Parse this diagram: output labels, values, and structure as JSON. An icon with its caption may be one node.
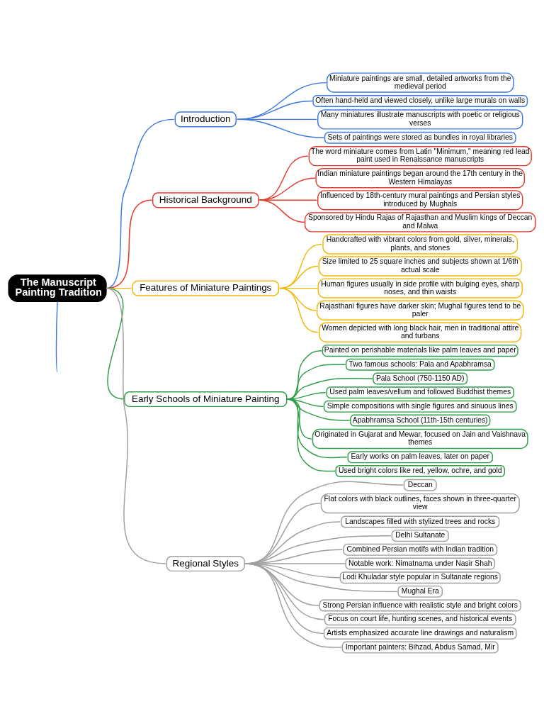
{
  "diagram": {
    "nodes": [
      {
        "text": [
          "The Manuscript Painting Tradition"
        ]
      },
      {
        "text": [
          "Introduction"
        ]
      },
      {
        "text": [
          "Miniature paintings are small, detailed artworks from the medieval period"
        ]
      },
      {
        "text": [
          "Often hand-held and viewed closely, unlike large murals on walls"
        ]
      },
      {
        "text": [
          "Many miniatures illustrate manuscripts with poetic or religious verses"
        ]
      },
      {
        "text": [
          "Sets of paintings were stored as bundles in royal libraries"
        ]
      },
      {
        "text": [
          "Historical Background"
        ]
      },
      {
        "text": [
          "The word miniature comes from Latin \"Minimum,\" meaning red lead paint used in Renaissance manuscripts"
        ]
      },
      {
        "text": [
          "Indian miniature paintings began around the 17th century in the Western Himalayas"
        ]
      },
      {
        "text": [
          "Influenced by 18th-century mural paintings and Persian styles introduced by Mughals"
        ]
      },
      {
        "text": [
          "Sponsored by Hindu Rajas of Rajasthan and Muslim kings of Deccan and Malwa"
        ]
      },
      {
        "text": [
          "Features of Miniature Paintings"
        ]
      },
      {
        "text": [
          "Handcrafted with vibrant colors from gold, silver, minerals, plants, and stones"
        ]
      },
      {
        "text": [
          "Size limited to 25 square inches and subjects shown at 1/6th actual scale"
        ]
      },
      {
        "text": [
          "Human figures usually in side profile with bulging eyes, sharp noses, and thin waists"
        ]
      },
      {
        "text": [
          "Rajasthani figures have darker skin; Mughal figures tend to be paler"
        ]
      },
      {
        "text": [
          "Women depicted with long black hair, men in traditional attire and turbans"
        ]
      },
      {
        "text": [
          "Early Schools of Miniature Painting"
        ]
      },
      {
        "text": [
          "Painted on perishable materials like palm leaves and paper"
        ]
      },
      {
        "text": [
          "Two famous schools: Pala and Apabhramsa"
        ]
      },
      {
        "text": [
          "Pala School (750-1150 AD)"
        ]
      },
      {
        "text": [
          "Used palm leaves/vellum and followed Buddhist themes"
        ]
      },
      {
        "text": [
          "Simple compositions with single figures and sinuous lines"
        ]
      },
      {
        "text": [
          "Apabhramsa School (11th-15th centuries)"
        ]
      },
      {
        "text": [
          "Originated in Gujarat and Mewar, focused on Jain and Vaishnava themes"
        ]
      },
      {
        "text": [
          "Early works on palm leaves, later on paper"
        ]
      },
      {
        "text": [
          "Used bright colors like red, yellow, ochre, and gold"
        ]
      },
      {
        "text": [
          "Regional Styles"
        ]
      },
      {
        "text": [
          "Deccan"
        ]
      },
      {
        "text": [
          "Flat colors with black outlines, faces shown in three-quarter view"
        ]
      },
      {
        "text": [
          "Landscapes filled with stylized trees and rocks"
        ]
      },
      {
        "text": [
          "Delhi Sultanate"
        ]
      },
      {
        "text": [
          "Combined Persian motifs with Indian tradition"
        ]
      },
      {
        "text": [
          "Notable work: Nimatnama under Nasir Shah"
        ]
      },
      {
        "text": [
          "Lodi Khuladar style popular in Sultanate regions"
        ]
      },
      {
        "text": [
          "Mughal Era"
        ]
      },
      {
        "text": [
          "Strong Persian influence with realistic style and bright colors"
        ]
      },
      {
        "text": [
          "Focus on court life, hunting scenes, and historical events"
        ]
      },
      {
        "text": [
          "Artists emphasized accurate line drawings and naturalism"
        ]
      },
      {
        "text": [
          "Important painters: Bihzad, Abdus Samad, Mir"
        ]
      }
    ],
    "edges": [
      {
        "from": 0,
        "to": 1,
        "arrow": "none",
        "color": "#3c78e0"
      },
      {
        "from": 1,
        "to": 2,
        "arrow": "none",
        "color": "#3c78e0"
      },
      {
        "from": 1,
        "to": 3,
        "arrow": "none",
        "color": "#3c78e0"
      },
      {
        "from": 1,
        "to": 4,
        "arrow": "none",
        "color": "#3c78e0"
      },
      {
        "from": 1,
        "to": 5,
        "arrow": "none",
        "color": "#3c78e0"
      },
      {
        "from": 0,
        "to": 6,
        "arrow": "none",
        "color": "#e53a2f"
      },
      {
        "from": 6,
        "to": 7,
        "arrow": "none",
        "color": "#e53a2f"
      },
      {
        "from": 6,
        "to": 8,
        "arrow": "none",
        "color": "#e53a2f"
      },
      {
        "from": 6,
        "to": 9,
        "arrow": "none",
        "color": "#e53a2f"
      },
      {
        "from": 6,
        "to": 10,
        "arrow": "none",
        "color": "#e53a2f"
      },
      {
        "from": 0,
        "to": 11,
        "arrow": "none",
        "color": "#f2b705"
      },
      {
        "from": 11,
        "to": 12,
        "arrow": "none",
        "color": "#f2b705"
      },
      {
        "from": 11,
        "to": 13,
        "arrow": "none",
        "color": "#f2b705"
      },
      {
        "from": 11,
        "to": 14,
        "arrow": "none",
        "color": "#f2b705"
      },
      {
        "from": 11,
        "to": 15,
        "arrow": "none",
        "color": "#f2b705"
      },
      {
        "from": 11,
        "to": 16,
        "arrow": "none",
        "color": "#f2b705"
      },
      {
        "from": 0,
        "to": 17,
        "arrow": "none",
        "color": "#2e9e48"
      },
      {
        "from": 17,
        "to": 18,
        "arrow": "none",
        "color": "#2e9e48"
      },
      {
        "from": 17,
        "to": 19,
        "arrow": "none",
        "color": "#2e9e48"
      },
      {
        "from": 17,
        "to": 20,
        "arrow": "none",
        "color": "#2e9e48"
      },
      {
        "from": 17,
        "to": 21,
        "arrow": "none",
        "color": "#2e9e48"
      },
      {
        "from": 17,
        "to": 22,
        "arrow": "none",
        "color": "#2e9e48"
      },
      {
        "from": 17,
        "to": 23,
        "arrow": "none",
        "color": "#2e9e48"
      },
      {
        "from": 17,
        "to": 24,
        "arrow": "none",
        "color": "#2e9e48"
      },
      {
        "from": 17,
        "to": 25,
        "arrow": "none",
        "color": "#2e9e48"
      },
      {
        "from": 17,
        "to": 26,
        "arrow": "none",
        "color": "#2e9e48"
      },
      {
        "from": 0,
        "to": 27,
        "arrow": "none"
      },
      {
        "from": 27,
        "to": 28,
        "arrow": "none"
      },
      {
        "from": 27,
        "to": 29,
        "arrow": "none"
      },
      {
        "from": 27,
        "to": 30,
        "arrow": "none"
      },
      {
        "from": 27,
        "to": 31,
        "arrow": "none"
      },
      {
        "from": 27,
        "to": 32,
        "arrow": "none"
      },
      {
        "from": 27,
        "to": 33,
        "arrow": "none"
      },
      {
        "from": 27,
        "to": 34,
        "arrow": "none"
      },
      {
        "from": 27,
        "to": 35,
        "arrow": "none"
      },
      {
        "from": 27,
        "to": 36,
        "arrow": "none"
      },
      {
        "from": 27,
        "to": 37,
        "arrow": "none"
      },
      {
        "from": 27,
        "to": 38,
        "arrow": "none"
      },
      {
        "from": 27,
        "to": 39,
        "arrow": "none"
      },
      {
        "from": 0,
        "to": null,
        "arrow": "none",
        "color": "#3c78e0"
      }
    ]
  }
}
